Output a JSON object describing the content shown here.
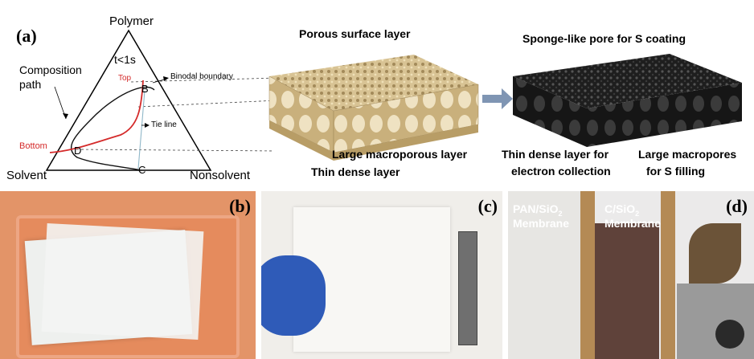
{
  "panels": {
    "a": "(a)",
    "b": "(b)",
    "c": "(c)",
    "d": "(d)"
  },
  "ternary": {
    "polymer": "Polymer",
    "solvent": "Solvent",
    "nonsolvent": "Nonsolvent",
    "time": "t<1s",
    "composition_path": "Composition\npath",
    "top": "Top",
    "bottom": "Bottom",
    "binodal": "Binodal boundary",
    "tie_line": "Tie line",
    "point_b": "B",
    "point_c": "C",
    "point_d": "D"
  },
  "structure_left": {
    "title": "Porous surface layer",
    "macro": "Large macroporous layer",
    "dense": "Thin dense layer"
  },
  "structure_right": {
    "title": "Sponge-like pore for S coating",
    "dense_line1": "Thin dense layer for",
    "dense_line2": "electron collection",
    "macro_line1": "Large macropores",
    "macro_line2": "for S filling"
  },
  "photo_d": {
    "pan_line1": "PAN/SiO",
    "pan_sub": "2",
    "pan_line2": "Membrane",
    "c_line1": "C/SiO",
    "c_sub": "2",
    "c_line2": "Membrane"
  },
  "colors": {
    "red_path": "#d42a2a",
    "beige": "#d8c394",
    "dark": "#1e1e1e",
    "orange_tray": "#e08a5a",
    "arrow": "#7f95b3"
  }
}
